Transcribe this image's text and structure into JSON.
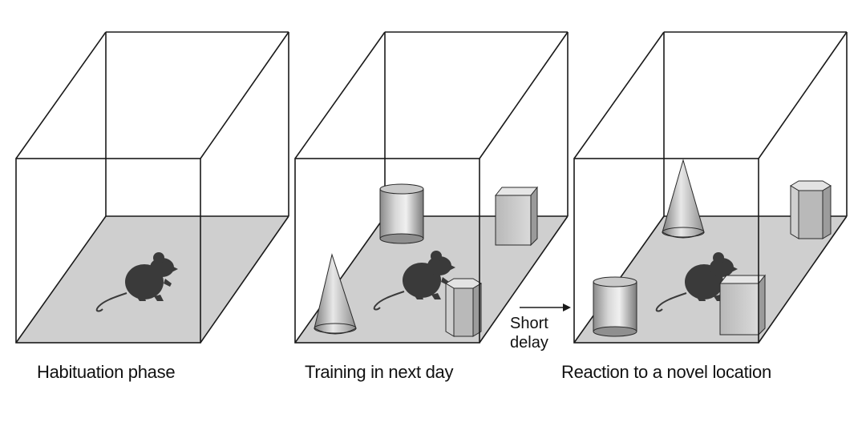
{
  "panels": [
    {
      "caption": "Habituation phase"
    },
    {
      "caption": "Training in next day"
    },
    {
      "caption": "Reaction to a novel location"
    }
  ],
  "transition": {
    "line1": "Short",
    "line2": "delay"
  }
}
